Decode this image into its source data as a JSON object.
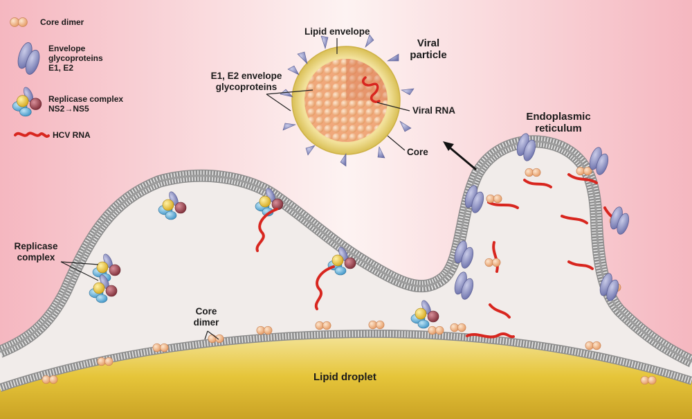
{
  "legend": {
    "core_dimer": "Core dimer",
    "envelope_line1": "Envelope",
    "envelope_line2": "glycoproteins",
    "envelope_line3": "E1, E2",
    "replicase_line1": "Replicase complex",
    "replicase_line2": "NS2→NS5",
    "hcv_rna": "HCV RNA"
  },
  "labels": {
    "lipid_envelope": "Lipid envelope",
    "viral_particle_line1": "Viral",
    "viral_particle_line2": "particle",
    "e1e2_line1": "E1, E2 envelope",
    "e1e2_line2": "glycoproteins",
    "viral_rna": "Viral RNA",
    "core": "Core",
    "er_line1": "Endoplasmic",
    "er_line2": "reticulum",
    "replicase_line1": "Replicase",
    "replicase_line2": "complex",
    "core_dimer_line1": "Core",
    "core_dimer_line2": "dimer",
    "lipid_droplet": "Lipid droplet"
  },
  "colors": {
    "background_edge": "#f5b7c0",
    "background_center": "#fdf0f0",
    "membrane": "#9a9a9a",
    "lumen": "#f1ecea",
    "lipid_droplet": "#e8c93c",
    "core_bead": "#f4b98c",
    "envelope_protein": "#8b8fc4",
    "rna": "#d8261f",
    "particle_envelope": "#f2e19a"
  }
}
